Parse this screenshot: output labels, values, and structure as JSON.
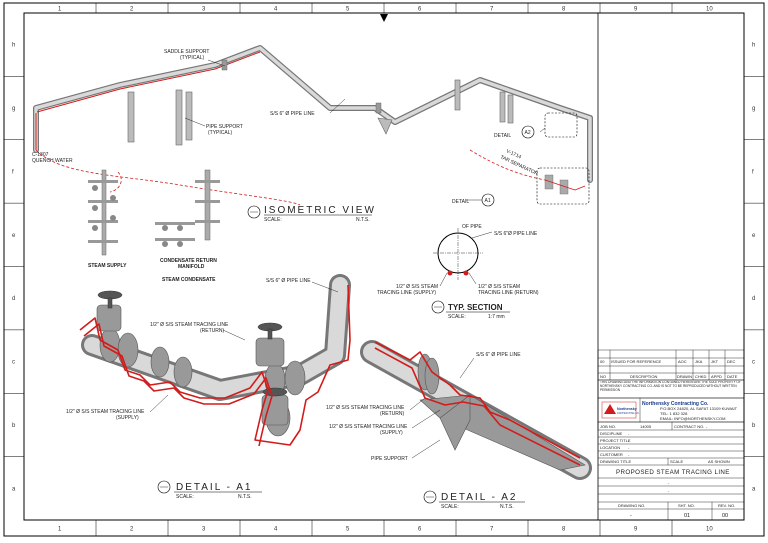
{
  "grid": {
    "columns": [
      "1",
      "2",
      "3",
      "4",
      "5",
      "6",
      "7",
      "8",
      "9",
      "10"
    ],
    "rows": [
      "h",
      "g",
      "f",
      "e",
      "d",
      "c",
      "b",
      "a"
    ]
  },
  "labels": {
    "saddle_support": [
      "SADDLE SUPPORT",
      "(TYPICAL)"
    ],
    "pipe_support": [
      "PIPE SUPPORT",
      "(TYPICAL)"
    ],
    "ss_pipe_line": "S/S 6\" Ø PIPE LINE",
    "quench": [
      "C-1307",
      "QUENCH WATER"
    ],
    "tar_separator": [
      "V-1714",
      "TAR SEPARATOR"
    ],
    "steam_supply": "STEAM SUPPLY",
    "condensate_manifold": [
      "CONDENSATE RETURN",
      "MANIFOLD"
    ],
    "steam_condensate": "STEAM CONDENSATE",
    "detail_a2_tag": "A2",
    "detail_a1_tag": "A1",
    "detail_word": "DETAIL",
    "of_pipe": "OF PIPE",
    "typ_ss_pipe": "S/S 6\"Ø PIPE LINE",
    "tracing_supply": [
      "1/2\" Ø S/S STEAM",
      "TRACING LINE (SUPPLY)"
    ],
    "tracing_return": [
      "1/2\" Ø S/S STEAM",
      "TRACING LINE (RETURN)"
    ],
    "a1_ss_pipe": "S/S 6\" Ø PIPE LINE",
    "a1_return": [
      "1/2\" Ø S/S STEAM TRACING LINE",
      "(RETURN)"
    ],
    "a1_supply": [
      "1/2\" Ø S/S STEAM TRACING LINE",
      "(SUPPLY)"
    ],
    "a2_ss_pipe": "S/S 6\" Ø PIPE LINE",
    "a2_return": [
      "1/2\" Ø S/S STEAM TRACING LINE",
      "(RETURN)"
    ],
    "a2_supply": [
      "1/2\" Ø S/S STEAM TRACING LINE",
      "(SUPPLY)"
    ],
    "a2_pipe_support": "PIPE SUPPORT"
  },
  "views": {
    "isometric": {
      "title": "ISOMETRIC VIEW",
      "scale": "SCALE:",
      "scale_val": "N.T.S."
    },
    "typ_section": {
      "title": "TYP. SECTION",
      "scale": "SCALE:",
      "scale_val": "1:7 mm"
    },
    "detail_a1": {
      "title": "DETAIL - A1",
      "scale": "SCALE:",
      "scale_val": "N.T.S."
    },
    "detail_a2": {
      "title": "DETAIL - A2",
      "scale": "SCALE:",
      "scale_val": "N.T.S."
    }
  },
  "title_block": {
    "rev_headers": [
      "NO",
      "DESCRIPTION",
      "DRAWN",
      "CHKD",
      "APPD",
      "DATE"
    ],
    "rev_row": [
      "00",
      "ISSUED FOR REFERENCE",
      "AOC",
      "JKA",
      "JKT",
      "DEC"
    ],
    "note": "THIS DRAWING AND THE INFORMATION CONTAINED HEREIN ARE THE SOLE PROPERTY OF NORTHENSKY CONTRACTING CO. AND IS NOT TO BE REPRODUCED WITHOUT WRITTEN PERMISSION",
    "company": "Northensky Contracting Co.",
    "logo_text": [
      "Northensky",
      "CONTRACTING CO."
    ],
    "address": [
      "P.O.BOX 24820, AL SAFAT 13109 KUWAIT",
      "TEL: 1 832 328",
      "EMAIL: INFO@NORTHENSKY.COM"
    ],
    "job_no_label": "JOB NO.",
    "job_no": "14005",
    "contract_label": "CONTRACT NO.",
    "contract_val": "-",
    "rows": [
      {
        "k": "DISCIPLINE",
        "v": "-"
      },
      {
        "k": "PROJECT TITLE",
        "v": "-"
      },
      {
        "k": "LOCATION",
        "v": "-"
      },
      {
        "k": "CUSTOMER",
        "v": "-"
      }
    ],
    "drawing_title_label": "DRAWING TITLE",
    "scale_label": "SCALE",
    "scale_val": "AS SHOWN",
    "drawing_title": "PROPOSED STEAM TRACING LINE",
    "dash1": "-",
    "dash2": "-",
    "drawing_no_label": "DRAWING NO.",
    "sheet_no_label": "SHT. NO.",
    "rev_no_label": "REV. NO.",
    "drawing_no": "-",
    "sheet_no": "01",
    "rev_no": "00"
  }
}
